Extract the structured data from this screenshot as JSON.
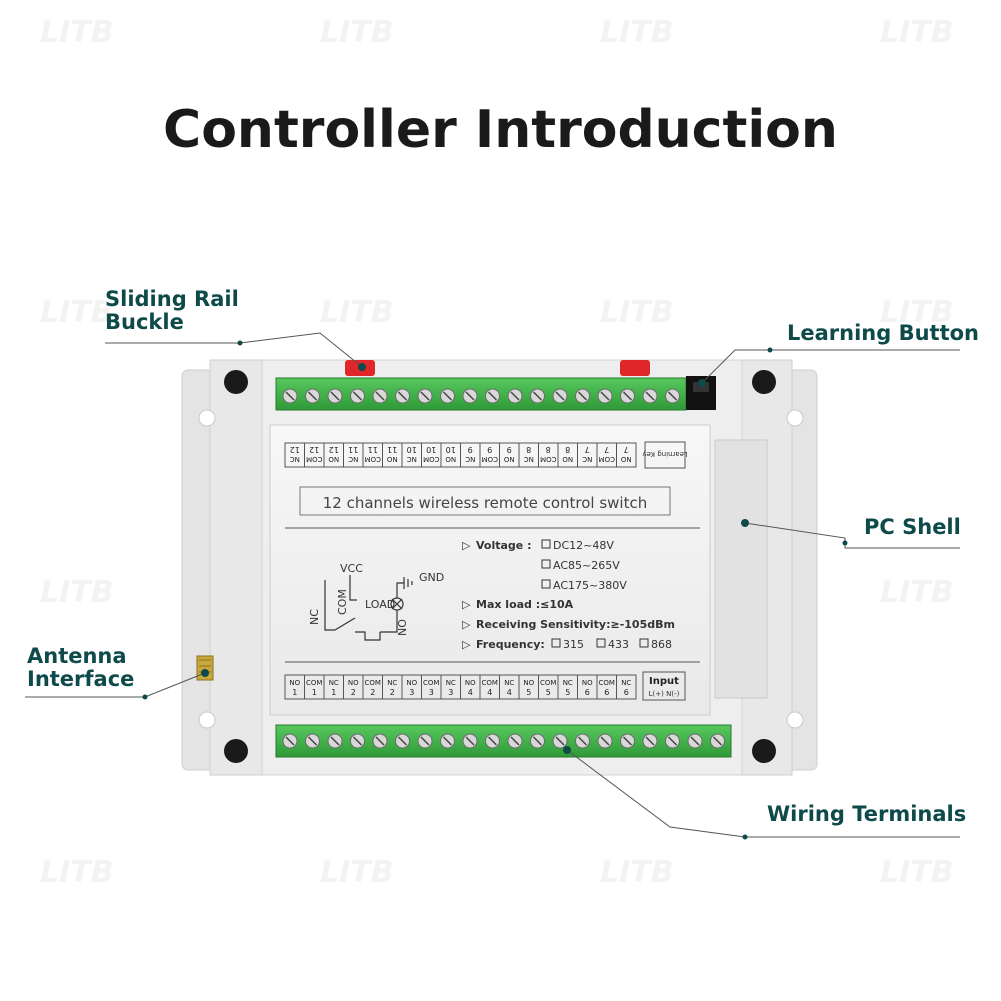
{
  "title": "Controller Introduction",
  "watermark": "LITB",
  "callouts": {
    "sliding_rail": [
      "Sliding Rail",
      "Buckle"
    ],
    "learning_button": "Learning Button",
    "pc_shell": "PC Shell",
    "antenna": [
      "Antenna",
      "Interface"
    ],
    "wiring": "Wiring Terminals"
  },
  "panel": {
    "top_labels": [
      "NC 12",
      "COM 12",
      "NO 12",
      "NC 11",
      "COM 11",
      "NO 11",
      "NC 10",
      "COM 10",
      "NO 10",
      "NC 9",
      "COM 9",
      "NO 9",
      "NC 8",
      "COM 8",
      "NO 8",
      "NC 7",
      "COM 7",
      "NO 7"
    ],
    "learning_key": "Learning Key",
    "product_name": "12 channels wireless remote control switch",
    "voltage_label": "Voltage :",
    "voltage_options": [
      "DC12~48V",
      "AC85~265V",
      "AC175~380V"
    ],
    "max_load": "Max load :≤10A",
    "sensitivity": "Receiving Sensitivity:≥-105dBm",
    "frequency_label": "Frequency:",
    "frequency_options": [
      "315",
      "433",
      "868"
    ],
    "schematic": {
      "vcc": "VCC",
      "gnd": "GND",
      "load": "LOAD",
      "nc": "NC",
      "com": "COM",
      "no": "NO"
    },
    "bottom_labels": [
      "NO 1",
      "COM 1",
      "NC 1",
      "NO 2",
      "COM 2",
      "NC 2",
      "NO 3",
      "COM 3",
      "NC 3",
      "NO 4",
      "COM 4",
      "NC 4",
      "NO 5",
      "COM 5",
      "NC 5",
      "NO 6",
      "COM 6",
      "NC 6"
    ],
    "input_label": "Input",
    "input_sub": "L(+) N(-)"
  },
  "colors": {
    "teal": "#0e4a4a",
    "terminal_green": "#3fae48",
    "shell": "#ececec",
    "red_clip": "#e0262b"
  }
}
